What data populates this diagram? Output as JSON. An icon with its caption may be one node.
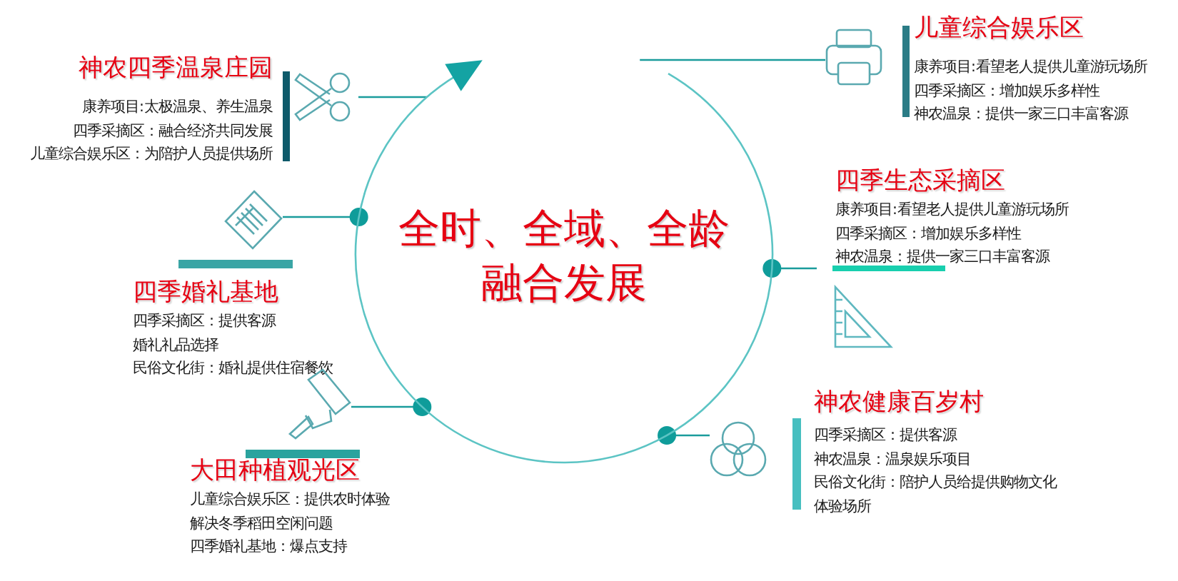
{
  "diagram": {
    "nodes": [
      {
        "text": [
          "全时、全域、全龄融合发展"
        ]
      },
      {
        "text": [
          "神农四季温泉庄园",
          "康养项目:太极温泉、养生温泉",
          "四季采摘区：融合经济共同发展",
          "儿童综合娱乐区：为陪护人员提供场所"
        ]
      },
      {
        "text": [],
        "shape": "scissors"
      },
      {
        "text": [
          "儿童综合娱乐区",
          "康养项目:看望老人提供儿童游玩场所",
          "四季采摘区：增加娱乐多样性",
          "神农温泉：提供一家三口丰富客源"
        ]
      },
      {
        "text": [],
        "shape": "printer"
      },
      {
        "text": [
          "四季生态采摘区",
          "康养项目:看望老人提供儿童游玩场所",
          "四季采摘区：增加娱乐多样性",
          "神农温泉：提供一家三口丰富客源"
        ]
      },
      {
        "text": [],
        "shape": "ruler"
      },
      {
        "text": [
          "四季婚礼基地",
          "四季采摘区：提供客源",
          "婚礼礼品选择",
          "民俗文化街：婚礼提供住宿餐饮"
        ]
      },
      {
        "text": [],
        "shape": "roller"
      },
      {
        "text": [
          "大田种植观光区",
          "儿童综合娱乐区：提供农时体验",
          "解决冬季稻田空闲问题",
          "四季婚礼基地：爆点支持"
        ]
      },
      {
        "text": [],
        "shape": "circles"
      },
      {
        "text": [
          "神农健康百岁村",
          "四季采摘区：提供客源",
          "神农温泉：温泉娱乐项目",
          "民俗文化街：陪护人员给提供购物文化体验场所"
        ]
      }
    ],
    "edges": [
      {
        "from": 0,
        "to": 2,
        "arrow": "none"
      },
      {
        "from": 0,
        "to": 4,
        "arrow": "none"
      },
      {
        "from": 0,
        "to": 5,
        "arrow": "other"
      },
      {
        "from": 0,
        "to": 6,
        "arrow": "other"
      },
      {
        "from": 0,
        "to": 8,
        "arrow": "other"
      },
      {
        "from": 0,
        "to": 10,
        "arrow": "other"
      }
    ]
  }
}
